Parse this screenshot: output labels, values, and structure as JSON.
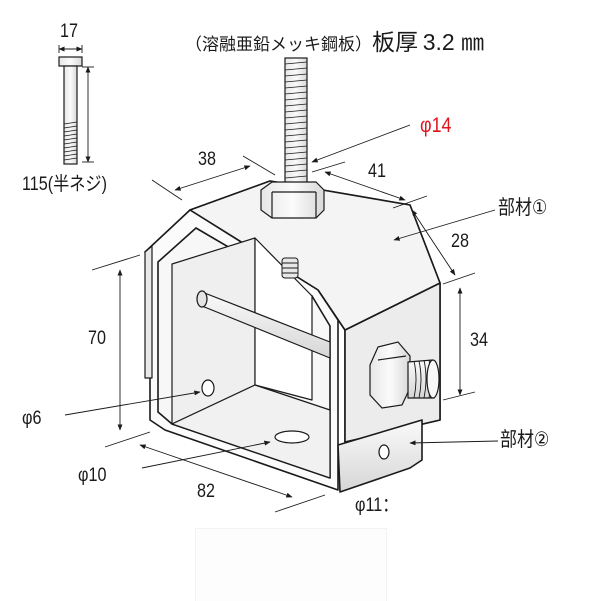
{
  "title": {
    "material": "（溶融亜鉛メッキ鋼板）",
    "thickness_label": "板厚",
    "thickness_value": "3.2 ㎜"
  },
  "bolt": {
    "head_width": "17",
    "length_label": "115(半ネジ)"
  },
  "dimensions": {
    "top_left": "38",
    "top_right": "41",
    "rod_diameter": "φ14",
    "slope": "28",
    "side_height": "34",
    "height": "70",
    "depth": "82",
    "hole_small": "φ6",
    "hole_bottom": "φ10",
    "hole_side": "φ11："
  },
  "parts": {
    "part1": "部材①",
    "part2": "部材②"
  },
  "colors": {
    "accent_red": "#e0141e",
    "line": "#1a1a1a",
    "metal_light": "#f2f2f2",
    "metal_mid": "#d9d9d9"
  }
}
